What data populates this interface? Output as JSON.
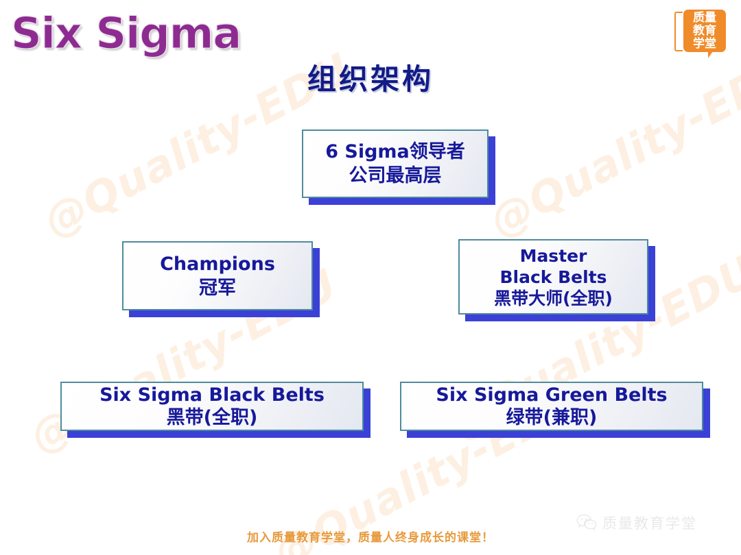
{
  "slide": {
    "title": "组织架构",
    "logo_wordmark": "Six Sigma",
    "watermark_text": "@Quality-EDU"
  },
  "brand_logo": {
    "name": "quality-edu-logo",
    "line1": "质量",
    "line2": "教育",
    "line3": "学堂",
    "color": "#f08b2a"
  },
  "org_chart": {
    "type": "diagram",
    "levels": [
      {
        "level": 1,
        "boxes": [
          {
            "id": "leader",
            "line_en": "6 Sigma领导者",
            "line_cn": "公司最高层"
          }
        ]
      },
      {
        "level": 2,
        "boxes": [
          {
            "id": "champions",
            "line_en": "Champions",
            "line_cn": "冠军"
          },
          {
            "id": "master-black-belts",
            "line_en": "Master",
            "line_en2": "Black Belts",
            "line_cn": "黑带大师(全职)"
          }
        ]
      },
      {
        "level": 3,
        "boxes": [
          {
            "id": "black-belts",
            "line_en": "Six Sigma Black Belts",
            "line_cn": "黑带(全职)"
          },
          {
            "id": "green-belts",
            "line_en": "Six Sigma Green Belts",
            "line_cn": "绿带(兼职)"
          }
        ]
      }
    ]
  },
  "footer": {
    "slogan": "加入质量教育学堂，质量人终身成长的课堂！",
    "wechat_account": "质量教育学堂"
  },
  "colors": {
    "title_blue": "#121b86",
    "box_text_blue": "#17199a",
    "box_border_teal": "#4e8b9c",
    "box_shadow_blue": "#3b41d6",
    "logo_purple": "#8d2b91",
    "accent_orange": "#e79a3c",
    "watermark_cream": "#fdf0e2"
  }
}
